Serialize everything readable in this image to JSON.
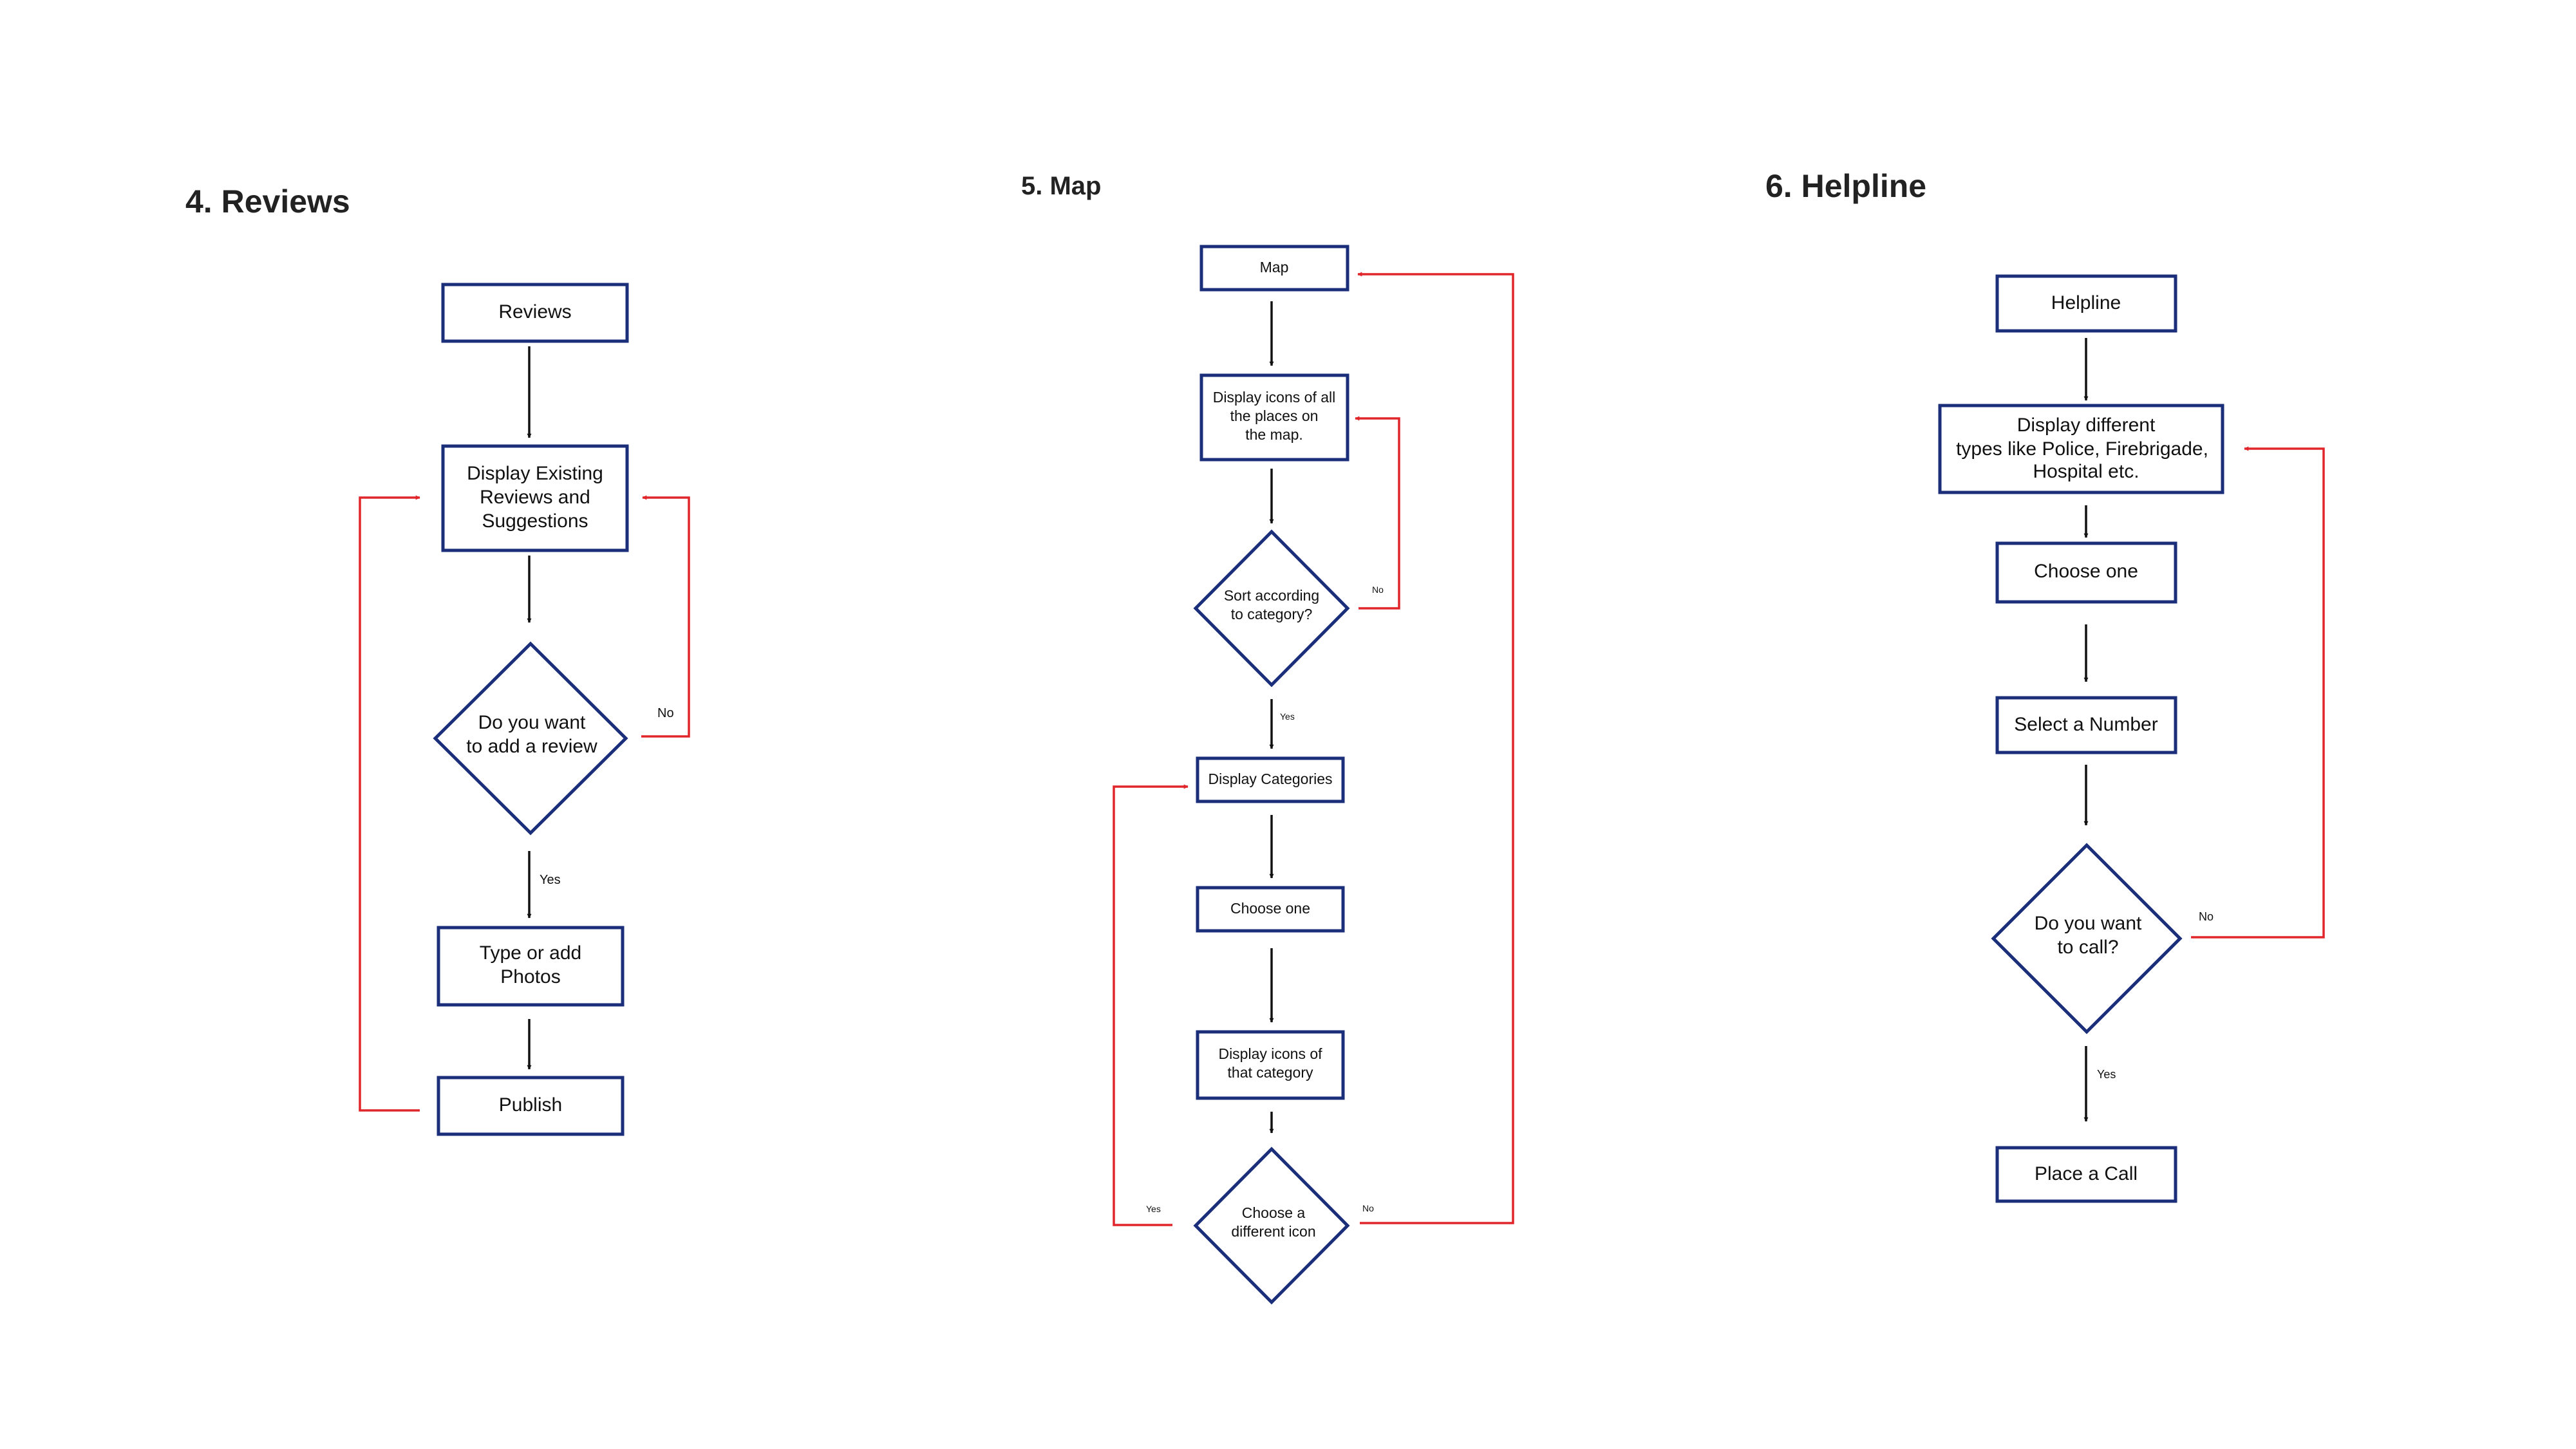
{
  "colors": {
    "node_border": "#1a2e7a",
    "flow_arrow": "#111111",
    "loop_arrow": "#e0262a",
    "background": "#ffffff"
  },
  "reviews": {
    "title": "4. Reviews",
    "n1": "Reviews",
    "n2": [
      "Display Existing",
      "Reviews and",
      "Suggestions"
    ],
    "d1": [
      "Do you want",
      "to add a review"
    ],
    "no": "No",
    "yes": "Yes",
    "n3": [
      "Type or add",
      "Photos"
    ],
    "n4": "Publish"
  },
  "map": {
    "title": "5. Map",
    "n1": "Map",
    "n2": [
      "Display icons of all",
      "the places on",
      "the map."
    ],
    "d1": [
      "Sort according",
      "to category?"
    ],
    "no1": "No",
    "yes1": "Yes",
    "n3": "Display Categories",
    "n4": "Choose one",
    "n5": [
      "Display icons of",
      "that category"
    ],
    "d2": [
      "Choose a",
      "different icon"
    ],
    "yes2": "Yes",
    "no2": "No"
  },
  "helpline": {
    "title": "6. Helpline",
    "n1": "Helpline",
    "n2": [
      "Display different",
      "types like Police, Firebrigade,",
      "Hospital etc."
    ],
    "n3": "Choose one",
    "n4": "Select a Number",
    "d1": [
      "Do you want",
      "to call?"
    ],
    "no": "No",
    "yes": "Yes",
    "n5": "Place a Call"
  }
}
